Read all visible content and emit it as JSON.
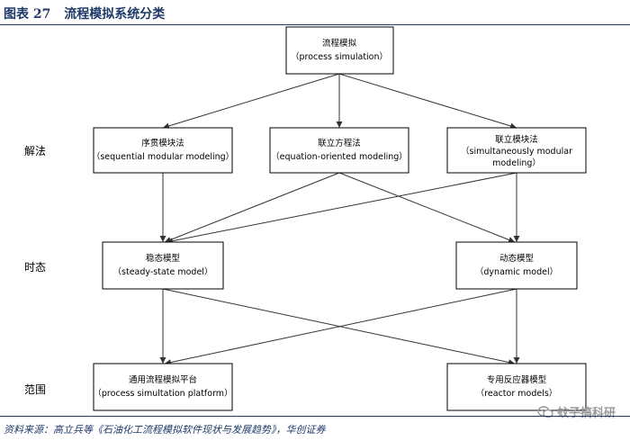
{
  "header": {
    "figure_label": "图表 27",
    "title": "流程模拟系统分类"
  },
  "row_labels": [
    "解法",
    "时态",
    "范围"
  ],
  "nodes": {
    "root": {
      "line1": "流程模拟",
      "line2": "（process simulation）"
    },
    "sequential": {
      "line1": "序贯模块法",
      "line2": "（sequential modular modeling）"
    },
    "equation": {
      "line1": "联立方程法",
      "line2": "（equation-oriented modeling）"
    },
    "simultaneous": {
      "line1": "联立模块法",
      "line2": "（simultaneously modular",
      "line3": "modeling）"
    },
    "steady": {
      "line1": "稳态模型",
      "line2": "（steady-state model）"
    },
    "dynamic": {
      "line1": "动态模型",
      "line2": "（dynamic model）"
    },
    "platform": {
      "line1": "通用流程模拟平台",
      "line2": "（process simultation platform）"
    },
    "reactor": {
      "line1": "专用反应器模型",
      "line2": "（reactor models）"
    }
  },
  "footer": {
    "source": "资料来源：高立兵等《石油化工流程模拟软件现状与发展趋势》，华创证券"
  },
  "watermark": {
    "text": "蚊子搞科研",
    "icon": "wechat-icon"
  }
}
